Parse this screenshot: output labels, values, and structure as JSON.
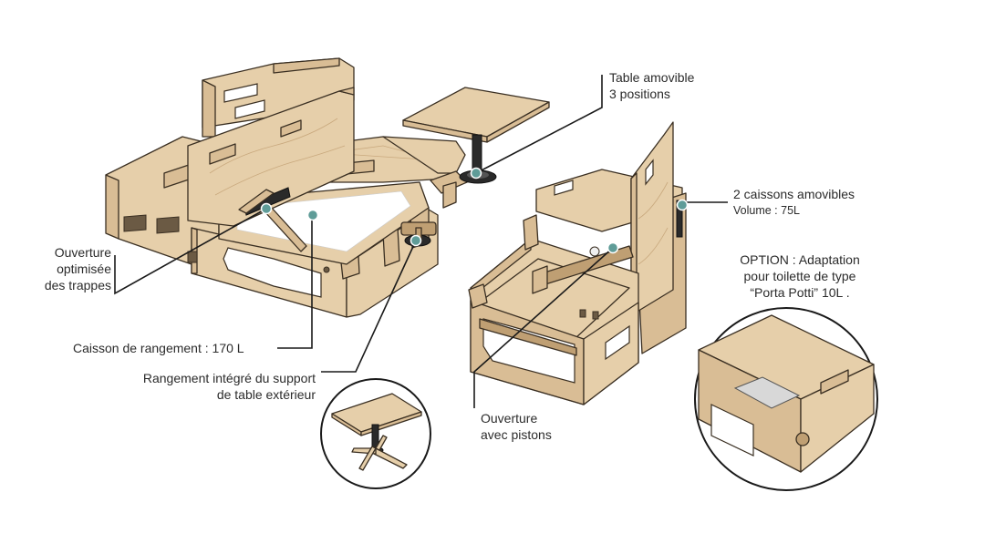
{
  "labels": {
    "table_amovible": [
      "Table amovible",
      "3 positions"
    ],
    "caissons": [
      "2 caissons amovibles",
      "Volume : 75L"
    ],
    "ouverture_trappes": [
      "Ouverture",
      "optimisée",
      "des trappes"
    ],
    "option": [
      "OPTION : Adaptation",
      "pour toilette de type",
      "“Porta Potti” 10L ."
    ],
    "caisson_rangement": "Caisson de rangement : 170 L",
    "rangement_support": [
      "Rangement intégré du support",
      "de table extérieur"
    ],
    "ouverture_pistons": [
      "Ouverture",
      "avec pistons"
    ]
  },
  "colors": {
    "plywood": "#d9bd95",
    "plywood_light": "#e6cfaa",
    "plywood_dark": "#b99a6f",
    "edge": "#3a2f22",
    "leader": "#1a1a1a",
    "dot": "#5f9c98",
    "metal": "#2a2a2a"
  }
}
